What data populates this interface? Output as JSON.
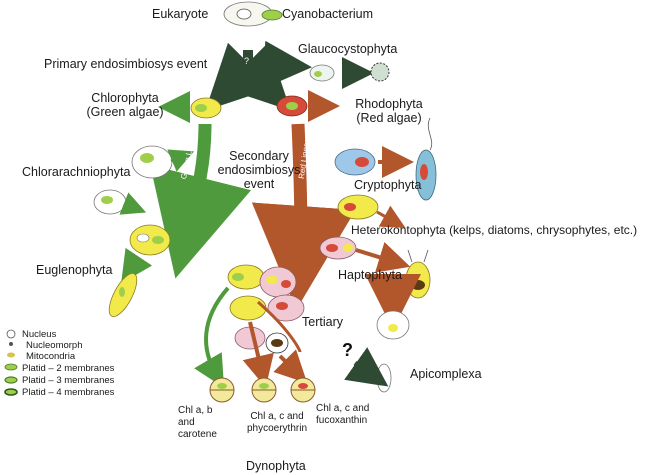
{
  "labels": {
    "eukaryote": "Eukaryote",
    "cyanobacterium": "Cyanobacterium",
    "glaucocystophyta": "Glaucocystophyta",
    "primary_event": "Primary endosimbiosys event",
    "chlorophyta": "Chlorophyta",
    "chlorophyta_sub": "(Green algae)",
    "rhodophyta": "Rhodophyta",
    "rhodophyta_sub": "(Red algae)",
    "secondary_1": "Secondary",
    "secondary_2": "endosimbiosys",
    "secondary_3": "event",
    "chlorarachniophyta": "Chlorarachniophyta",
    "cryptophyta": "Cryptophyta",
    "heterokontophyta": "Heterokontophyta (kelps, diatoms, chrysophytes, etc.)",
    "euglenophyta": "Euglenophyta",
    "haptophyta": "Haptophyta",
    "tertiary": "Tertiary",
    "apicomplexa": "Apicomplexa",
    "dynophyta": "Dynophyta",
    "green_lineage": "Green Lineage",
    "red_lineage": "Red Lineage",
    "question": "?"
  },
  "pigments": {
    "a1": "Chl a, b",
    "a2": "and",
    "a3": "carotene",
    "b1": "Chl a, c and",
    "b2": "phycoerythrin",
    "c1": "Chl a, c and",
    "c2": "fucoxanthin"
  },
  "legend": {
    "nucleus": "Nucleus",
    "nucleomorph": "Nucleomorph",
    "mitocondria": "Mitocondria",
    "platid2": "Platid – 2 membranes",
    "platid3": "Platid – 3 membranes",
    "platid4": "Platid – 4 membranes"
  },
  "colors": {
    "green_lineage": "#4f9a3c",
    "red_lineage": "#b2562c",
    "dark_arrow": "#2f4a33",
    "plastid_green": "#9fcf4a",
    "cell_yellow": "#f2ea4a",
    "cell_pink": "#f1c9d4"
  }
}
